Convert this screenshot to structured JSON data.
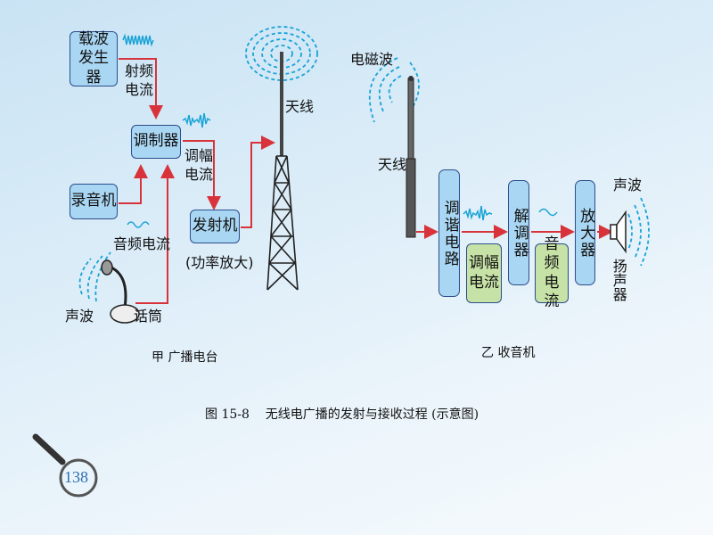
{
  "station": {
    "carrier_generator": "载波发生器",
    "rf_current": "射频电流",
    "modulator": "调制器",
    "am_current": "调幅电流",
    "recorder": "录音机",
    "audio_current": "音频电流",
    "transmitter": "发射机",
    "power_amp": "(功率放大)",
    "sound_wave": "声波",
    "microphone": "话筒",
    "antenna": "天线",
    "caption": "甲  广播电台"
  },
  "receiver": {
    "em_wave": "电磁波",
    "antenna": "天线",
    "tuning_circuit": "调谐电路",
    "am_current": "调幅电流",
    "demodulator": "解调器",
    "audio_current": "音频电流",
    "amplifier": "放大器",
    "sound_wave": "声波",
    "speaker": "扬声器",
    "caption": "乙  收音机"
  },
  "figure_caption": "图 15-8    无线电广播的发射与接收过程 (示意图)",
  "page_number": "138",
  "colors": {
    "box": "#a9d6f2",
    "green_box": "#c7e2a6",
    "arrow": "#d8333a",
    "wave": "#1aa3d6"
  }
}
